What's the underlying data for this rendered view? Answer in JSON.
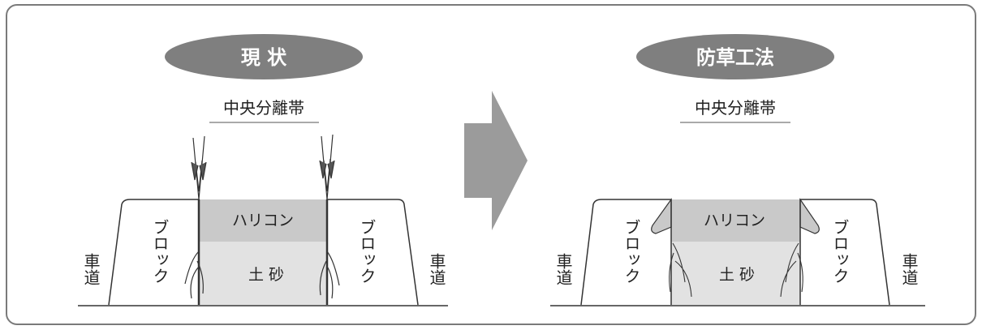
{
  "left_panel": {
    "title": "現 状",
    "subtitle": "中央分離帯",
    "block_label": "ブロック",
    "road_label": "車道",
    "layer_top": "ハリコン",
    "layer_bottom": "土 砂"
  },
  "right_panel": {
    "title": "防草工法",
    "subtitle": "中央分離帯",
    "block_label": "ブロック",
    "road_label": "車道",
    "layer_top": "ハリコン",
    "layer_bottom": "土 砂"
  },
  "colors": {
    "pill": "#7f7f7f",
    "arrow": "#9b9b9b",
    "harikon": "#c9c9c9",
    "soil": "#e2e2e2",
    "outline": "#333333"
  }
}
